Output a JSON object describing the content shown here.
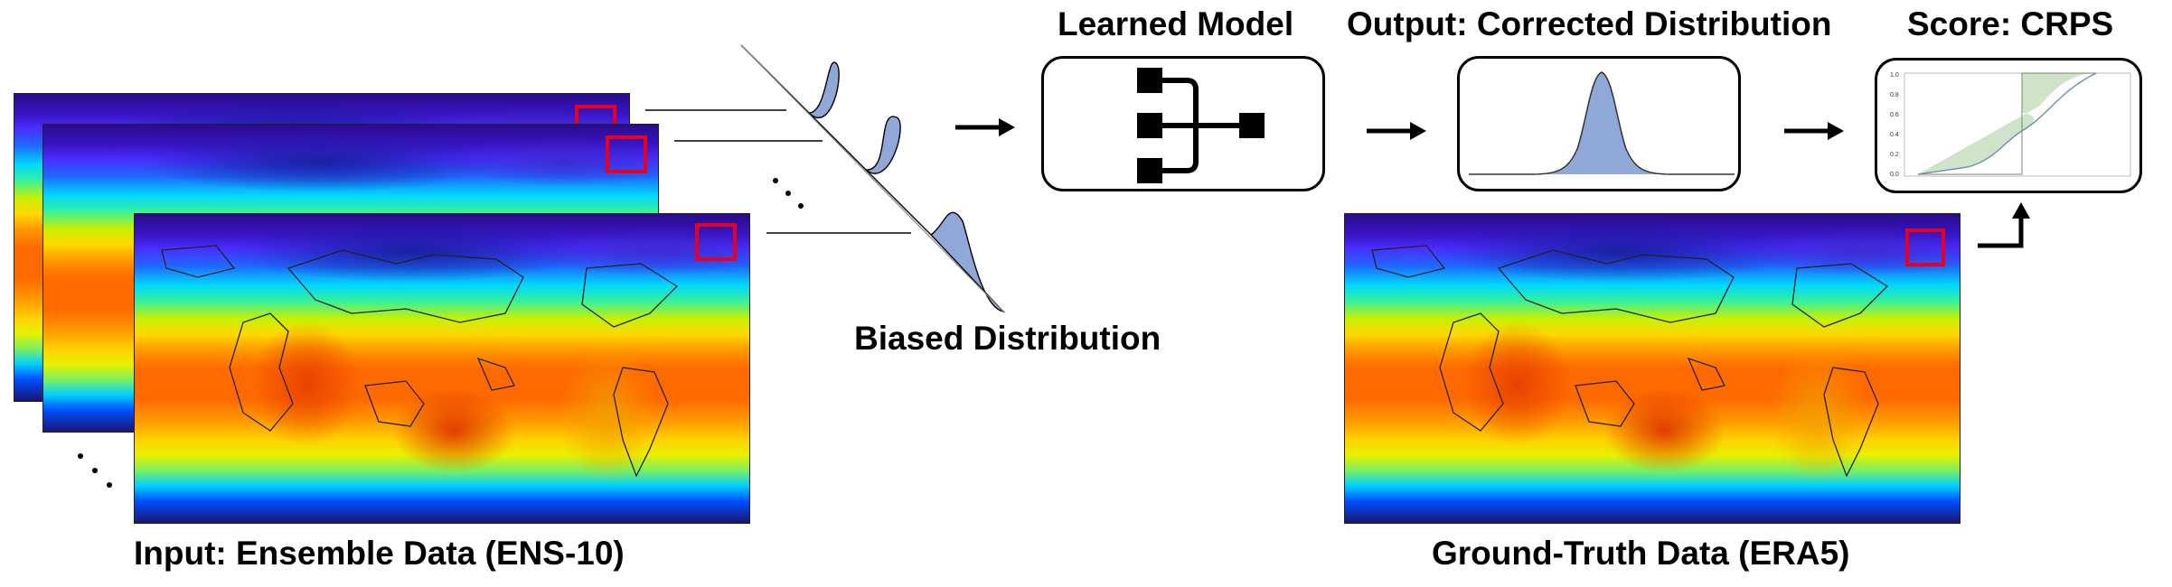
{
  "labels": {
    "learned_model": "Learned Model",
    "output": "Output: Corrected Distribution",
    "score": "Score: CRPS",
    "biased": "Biased Distribution",
    "input": "Input: Ensemble Data (ENS-10)",
    "ground_truth": "Ground-Truth Data (ERA5)"
  },
  "crps_plot": {
    "y_ticks": [
      "1.0",
      "0.8",
      "0.6",
      "0.4",
      "0.2",
      "0.0"
    ]
  },
  "colors": {
    "distribution_fill": "#8fa8d8",
    "crps_fill": "#cfe3c8",
    "highlight_box": "#e8001c"
  },
  "icons": {
    "model": "neural-network-icon"
  }
}
